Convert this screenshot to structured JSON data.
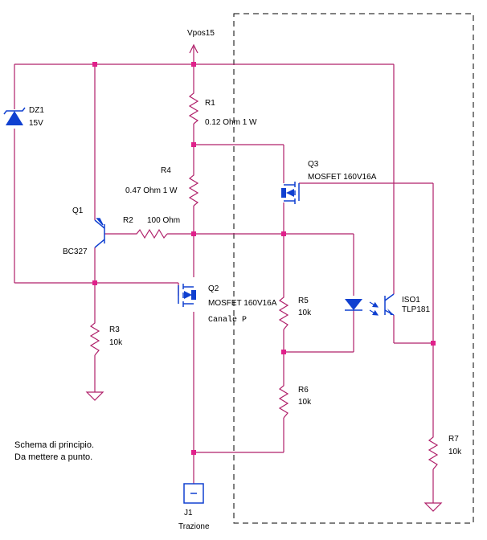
{
  "colors": {
    "wire": "#b0206a",
    "component": "#b0206a",
    "node": "#e0208a",
    "device": "#1040d0",
    "border": "#000000",
    "text": "#000000",
    "background": "#ffffff"
  },
  "supply": {
    "label": "Vpos15"
  },
  "components": {
    "dz1": {
      "ref": "DZ1",
      "value": "15V"
    },
    "r1": {
      "ref": "R1",
      "value": "0.12 Ohm 1 W"
    },
    "r4": {
      "ref": "R4",
      "value": "0.47 Ohm 1 W"
    },
    "q3": {
      "ref": "Q3",
      "value": "MOSFET 160V16A"
    },
    "q1": {
      "ref": "Q1",
      "value": "BC327"
    },
    "r2": {
      "ref": "R2",
      "value": "100 Ohm"
    },
    "q2": {
      "ref": "Q2",
      "value": "MOSFET 160V16A",
      "note": "Canale P"
    },
    "r5": {
      "ref": "R5",
      "value": "10k"
    },
    "iso1": {
      "ref": "ISO1",
      "value": "TLP181"
    },
    "r3": {
      "ref": "R3",
      "value": "10k"
    },
    "r6": {
      "ref": "R6",
      "value": "10k"
    },
    "r7": {
      "ref": "R7",
      "value": "10k"
    },
    "j1": {
      "ref": "J1",
      "value": "Trazione"
    }
  },
  "notes": {
    "line1": "Schema di principio.",
    "line2": "Da mettere a punto."
  }
}
